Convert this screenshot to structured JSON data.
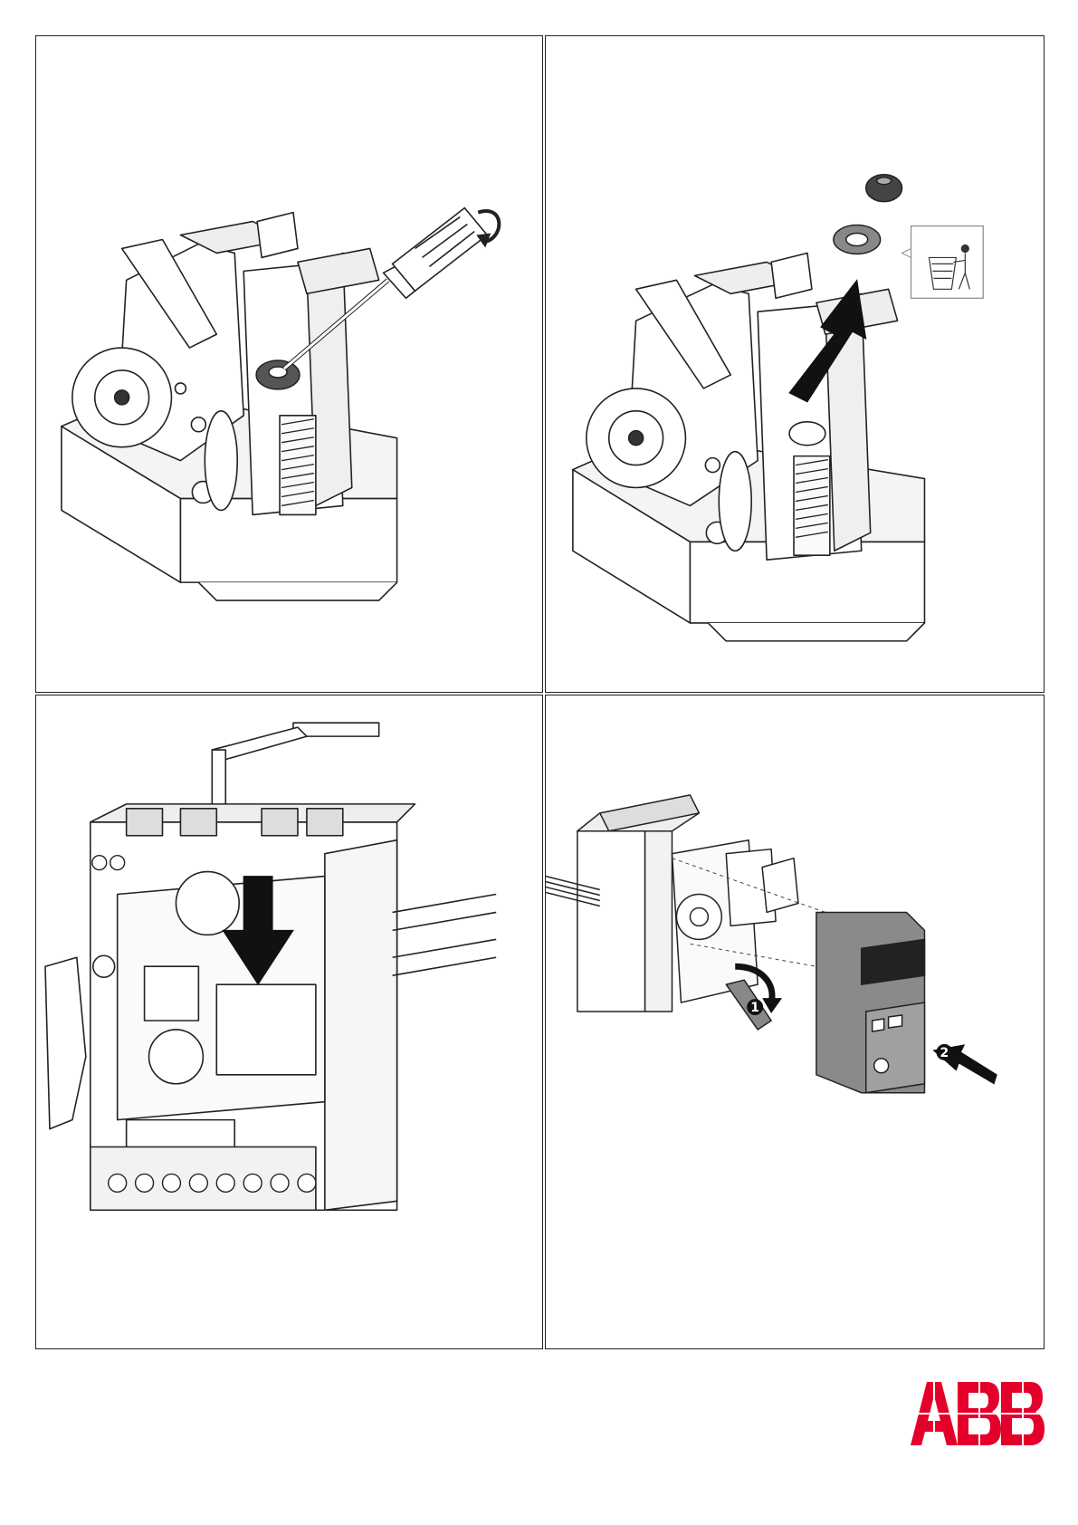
{
  "document": {
    "brand": {
      "logo_text": "ABB",
      "color": "#e4002b"
    },
    "steps": [
      {
        "id": "remove-cap",
        "icon": "screwdriver-rotate-icon"
      },
      {
        "id": "discard-cap",
        "icon": "recycle-bin-icon"
      },
      {
        "id": "insert-motor",
        "icon": "down-arrow-icon"
      },
      {
        "id": "fit-cover",
        "markers": [
          "1",
          "2"
        ]
      }
    ]
  }
}
